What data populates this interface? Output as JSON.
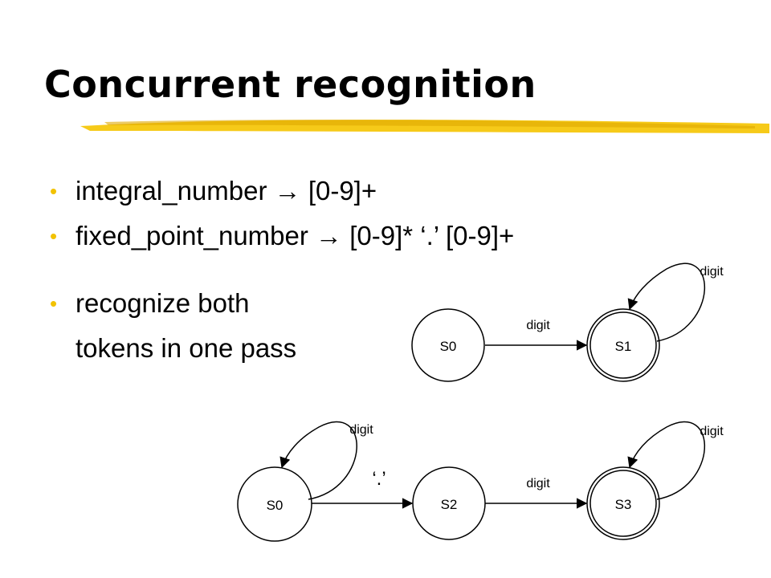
{
  "slide": {
    "title": "Concurrent recognition",
    "bullets": [
      "integral_number → [0-9]+",
      "fixed_point_number → [0-9]* ‘.’ [0-9]+",
      "recognize both",
      "tokens in one pass"
    ],
    "accent_color": "#f2c200"
  },
  "diagram1": {
    "states": [
      "S0",
      "S1"
    ],
    "edge_label": "digit",
    "loop_label": "digit"
  },
  "diagram2": {
    "states": [
      "S0",
      "S2",
      "S3"
    ],
    "loop0_label": "digit",
    "dot_label": "‘.’",
    "edge_label": "digit",
    "loop3_label": "digit"
  }
}
